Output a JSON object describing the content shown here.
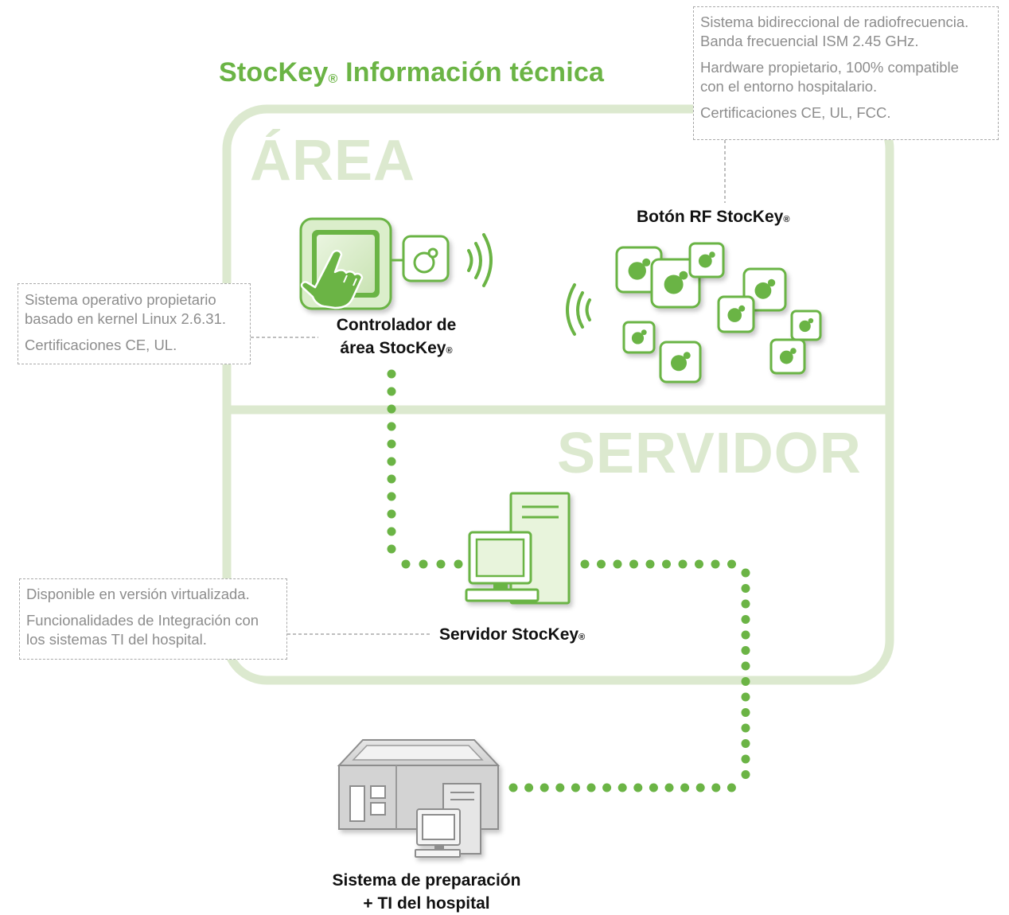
{
  "title": {
    "text": "StocKey",
    "reg": "®",
    "rest": " Información técnica"
  },
  "zones": {
    "area": "ÁREA",
    "servidor": "SERVIDOR"
  },
  "nodes": {
    "rf_button": {
      "text": "Botón RF StocKey",
      "reg": "®"
    },
    "controller": {
      "line1": "Controlador de",
      "line2": "área StocKey",
      "reg": "®"
    },
    "server": {
      "text": "Servidor StocKey",
      "reg": "®"
    },
    "hospital": {
      "line1": "Sistema de preparación",
      "line2": "+ TI del hospital"
    }
  },
  "notes": {
    "rf": [
      "Sistema bidireccional de radiofrecuencia.",
      "Banda frecuencial ISM 2.45 GHz.",
      "Hardware propietario, 100% compatible",
      "con el entorno hospitalario.",
      "Certificaciones CE, UL, FCC."
    ],
    "controller": [
      "Sistema operativo propietario",
      "basado en kernel Linux 2.6.31.",
      "Certificaciones CE, UL."
    ],
    "server": [
      "Disponible en versión virtualizada.",
      "Funcionalidades de Integración con",
      "los sistemas TI del hospital."
    ]
  },
  "colors": {
    "accent": "#6bb445",
    "zone_outline": "#dce9cf",
    "device_grey": "#c8c8c8",
    "note_text": "#8d8d8d"
  }
}
